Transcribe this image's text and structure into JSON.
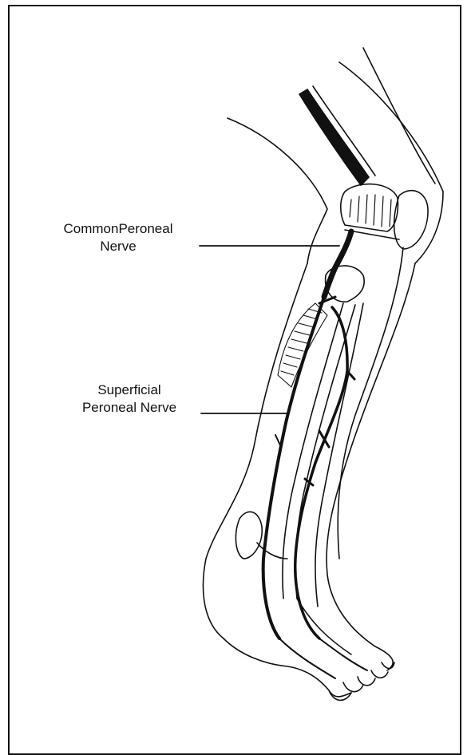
{
  "labels": {
    "common_peroneal_line1": "CommonPeroneal",
    "common_peroneal_line2": "Nerve",
    "superficial_peroneal_line1": "Superficial",
    "superficial_peroneal_line2": "Peroneal Nerve"
  },
  "colors": {
    "ink": "#111111",
    "background": "#ffffff"
  }
}
